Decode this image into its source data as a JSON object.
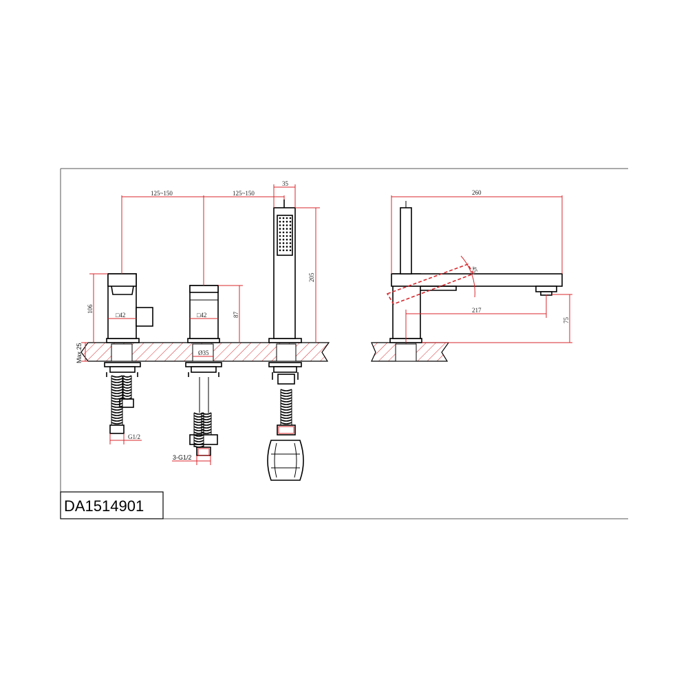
{
  "model_code": "DA1514901",
  "dimensions": {
    "spacing_1": "125~150",
    "spacing_2": "125~150",
    "handshower_width": "35",
    "handshower_height": "205",
    "spout_height": "106",
    "valve_square": "□42",
    "diverter_square": "□42",
    "diverter_height": "87",
    "hole_diameter": "Ø35",
    "max_deck": "Max.25",
    "inlet_thread": "G1/2",
    "connections": "3-G1/2",
    "total_length": "260",
    "spout_reach": "217",
    "outlet_height": "75",
    "handle_angle": "45"
  },
  "colors": {
    "dimension_lines": "#d8262b",
    "outline": "#000000",
    "hatch": "#d8262b"
  },
  "icons": [
    "hatch-pattern",
    "hose-coil",
    "spray-nozzles"
  ]
}
